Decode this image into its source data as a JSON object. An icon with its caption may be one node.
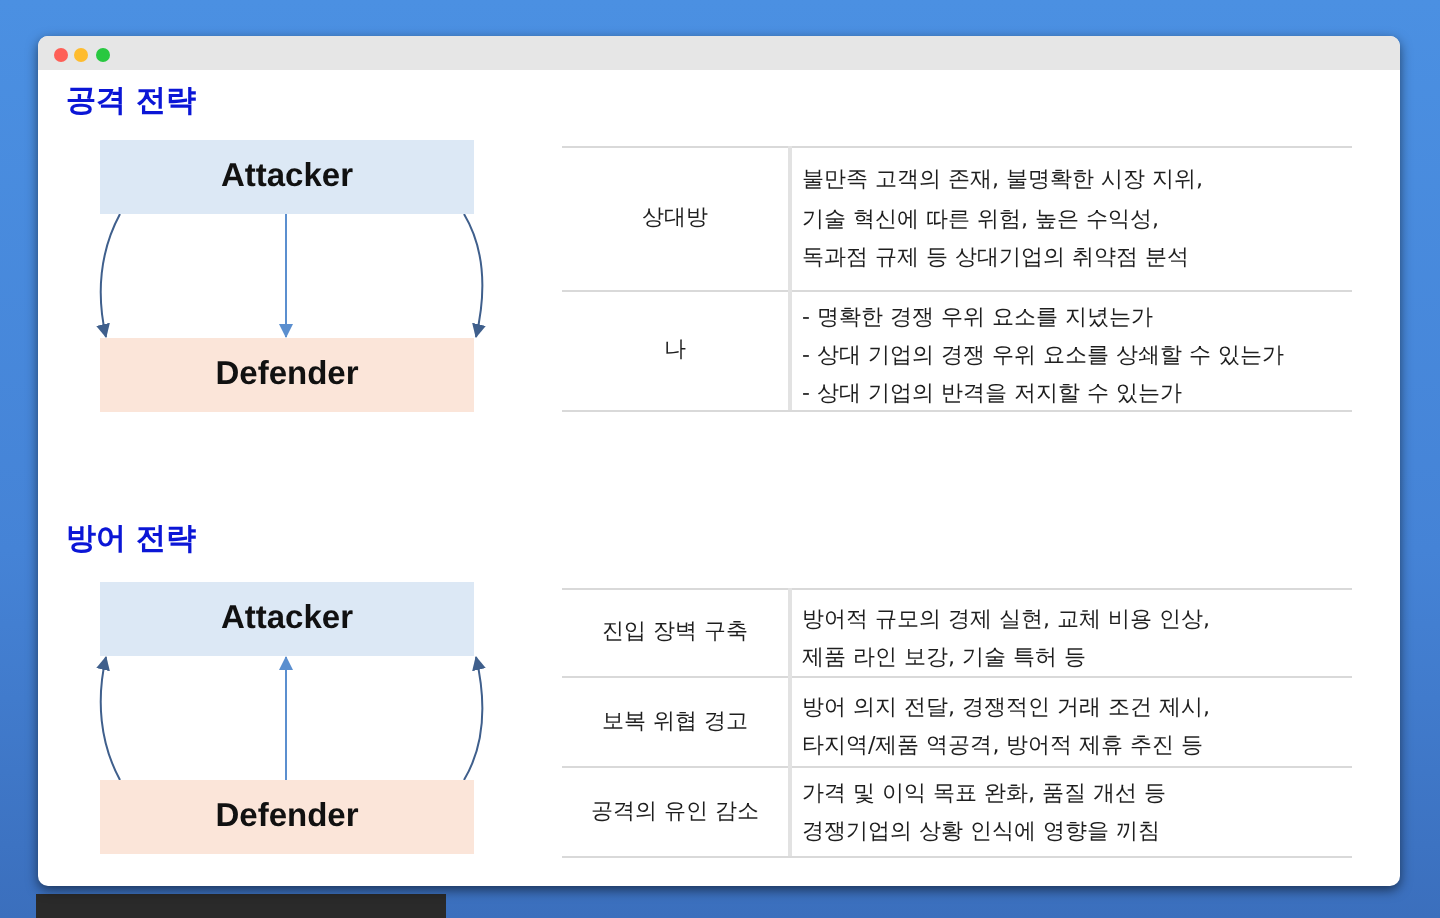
{
  "diagram": {
    "nodes": [
      {
        "text": [
          "Attacker"
        ]
      },
      {
        "text": [
          "Defender"
        ]
      },
      {
        "text": [
          "Attacker"
        ]
      },
      {
        "text": [
          "Defender"
        ]
      }
    ],
    "edges": [
      {
        "from": 0,
        "to": 1,
        "arrow": "to"
      },
      {
        "from": 0,
        "to": 1,
        "arrow": "to",
        "color": "#5b8fcf"
      },
      {
        "from": 0,
        "to": 1,
        "arrow": "to"
      },
      {
        "from": 3,
        "to": 2,
        "arrow": "to"
      },
      {
        "from": 3,
        "to": 2,
        "arrow": "to",
        "color": "#5b8fcf"
      },
      {
        "from": 3,
        "to": 2,
        "arrow": "to"
      }
    ],
    "labels": [
      "공격 전략",
      "상대방",
      "불만족 고객의 존재, 불명확한 시장 지위, 기술 혁신에 따른 위험, 높은 수익성, 독과점 규제 등 상대기업의 취약점 분석",
      "나",
      "- 명확한 경쟁 우위 요소를 지녔는가",
      "- 상대 기업의 경쟁 우위 요소를 상쇄할 수 있는가",
      "- 상대 기업의 반격을 저지할 수 있는가",
      "방어 전략",
      "진입 장벽 구축",
      "방어적 규모의 경제 실현, 교체 비용 인상, 제품 라인 보강, 기술 특허 등",
      "보복 위협 경고",
      "방어 의지 전달, 경쟁적인 거래 조건 제시, 타지역/제품 역공격, 방어적 제휴 추진 등",
      "공격의 유인 감소",
      "가격 및 이익 목표 완화, 품질 개선 등 경쟁기업의 상황 인식에 영향을 끼침"
    ]
  }
}
